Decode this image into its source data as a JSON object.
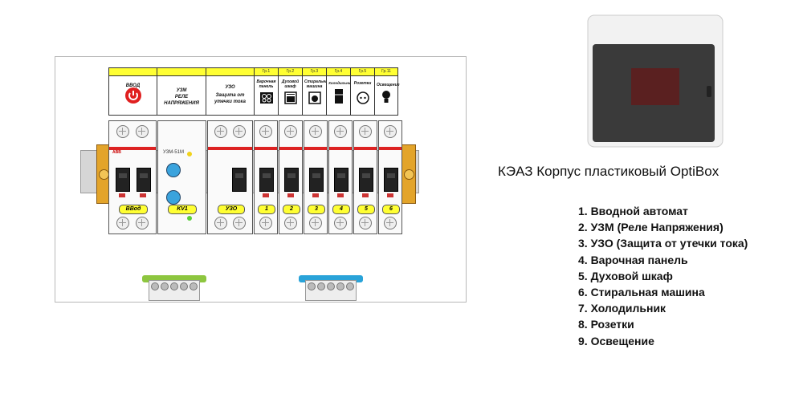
{
  "labels": [
    {
      "group": "",
      "main": "ВВОД",
      "sub": "",
      "icon": "power-icon"
    },
    {
      "group": "",
      "main": "УЗМ",
      "sub": "РЕЛЕ НАПРЯЖЕНИЯ",
      "icon": ""
    },
    {
      "group": "",
      "main": "УЗО",
      "sub": "Защита от утечки тока",
      "icon": ""
    },
    {
      "group": "Гр.1",
      "main": "Варочная панель",
      "sub": "",
      "icon": "cooktop-icon"
    },
    {
      "group": "Гр.2",
      "main": "Духовой шкаф",
      "sub": "",
      "icon": "oven-icon"
    },
    {
      "group": "Гр.3",
      "main": "Стиральная машина",
      "sub": "",
      "icon": "washer-icon"
    },
    {
      "group": "Гр.4",
      "main": "Холодильник",
      "sub": "",
      "icon": "fridge-icon"
    },
    {
      "group": "Гр.5",
      "main": "Розетки",
      "sub": "",
      "icon": "socket-icon"
    },
    {
      "group": "Гр.11",
      "main": "Освещение",
      "sub": "",
      "icon": "lamp-icon"
    }
  ],
  "device_labels": [
    "ВВод",
    "KV1",
    "УЗО",
    "1",
    "2",
    "3",
    "4",
    "5",
    "6"
  ],
  "device_text": {
    "brand": "ABB",
    "relay_model": "УЗМ-51М"
  },
  "title": "КЭАЗ Корпус пластиковый OptiBox",
  "legend": [
    "1. Вводной автомат",
    "2. УЗМ (Реле Напряжения)",
    "3. УЗО (Защита от утечки тока)",
    "4. Варочная панель",
    "5. Духовой шкаф",
    "6. Стиральная машина",
    "7. Холодильник",
    "8. Розетки",
    "9. Освещение"
  ],
  "colors": {
    "label_yellow": "#ffff33",
    "bus_green": "#8dc63f",
    "bus_blue": "#29a3d9",
    "clamp": "#e3a42a"
  }
}
